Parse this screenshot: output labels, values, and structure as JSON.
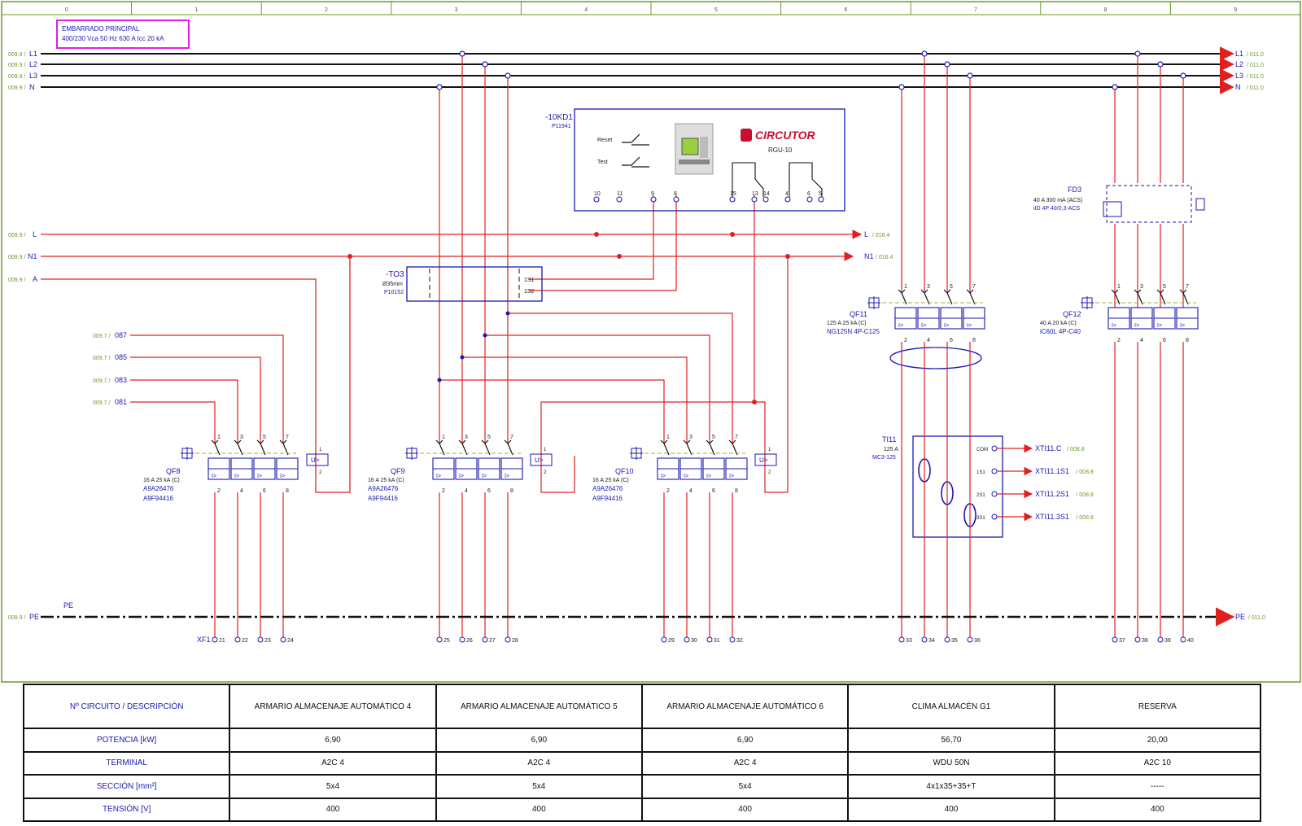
{
  "columns": [
    "0",
    "1",
    "2",
    "3",
    "4",
    "5",
    "6",
    "7",
    "8",
    "9"
  ],
  "busbar": {
    "title_line1": "EMBARRADO PRINCIPAL",
    "title_line2": "400/230 Vca 50 Hz 630 A Icc 20 kA",
    "ref_in": "009.9 /",
    "ref_out": "/ 011.0",
    "phases": [
      "L1",
      "L2",
      "L3",
      "N"
    ]
  },
  "control_lines": [
    {
      "ref": "009.9 /",
      "name": "L",
      "ref_out": "/ 016.4"
    },
    {
      "ref": "009.9 /",
      "name": "N1",
      "ref_out": "/ 016.4"
    },
    {
      "ref": "009.9 /",
      "name": "A",
      "ref_out": ""
    }
  ],
  "signal_inputs": [
    {
      "ref": "009.7 /",
      "name": "087"
    },
    {
      "ref": "009.7 /",
      "name": "085"
    },
    {
      "ref": "009.7 /",
      "name": "083"
    },
    {
      "ref": "009.7 /",
      "name": "081"
    }
  ],
  "relay": {
    "tag": "-10KD1",
    "code": "P11941",
    "reset": "Reset",
    "test": "Test",
    "brand": "CIRCUTOR",
    "model": "RGU-10",
    "terminals": [
      "10",
      "11",
      "9",
      "8",
      "15",
      "13",
      "14",
      "4",
      "6",
      "5"
    ]
  },
  "toroid": {
    "tag": "-TO3",
    "size": "Ø35mm",
    "code": "P10152",
    "s1": "1S1",
    "s2": "1S2"
  },
  "breakers": [
    {
      "tag": "QF8",
      "rating": "16 A 25 kA (C)",
      "ref1": "A9A26476",
      "ref2": "A9F94416"
    },
    {
      "tag": "QF9",
      "rating": "16 A 25 kA (C)",
      "ref1": "A9A26476",
      "ref2": "A9F94416"
    },
    {
      "tag": "QF10",
      "rating": "16 A 25 kA (C)",
      "ref1": "A9A26476",
      "ref2": "A9F94416"
    },
    {
      "tag": "QF11",
      "rating": "125 A 25 kA (C)",
      "ref1": "NG125N 4P-C125",
      "ref2": ""
    },
    {
      "tag": "QF12",
      "rating": "40 A 20 kA (C)",
      "ref1": "iC60L 4P-C40",
      "ref2": ""
    }
  ],
  "rcd": {
    "tag": "FD3",
    "rating": "40 A 300 mA (ACS)",
    "model": "iID 4P 40/0,3-ACS"
  },
  "ct": {
    "tag": "TI11",
    "rating": "125 A",
    "model": "MC3-125",
    "outputs": [
      {
        "pin": "COM",
        "name": "XTI11.C",
        "ref": "/ 008.8"
      },
      {
        "pin": "1S1",
        "name": "XTI11.1S1",
        "ref": "/ 008.8"
      },
      {
        "pin": "2S1",
        "name": "XTI11.2S1",
        "ref": "/ 008.8"
      },
      {
        "pin": "3S1",
        "name": "XTI11.3S1",
        "ref": "/ 008.8"
      }
    ]
  },
  "undervoltage": "U>",
  "pe": {
    "label": "PE",
    "ref": "009.9 /",
    "ref_out": "/ 011.0"
  },
  "terminal_strip": {
    "tag": "XF1",
    "numbers": [
      "21",
      "22",
      "23",
      "24",
      "25",
      "26",
      "27",
      "28",
      "29",
      "30",
      "31",
      "32",
      "33",
      "34",
      "35",
      "36",
      "37",
      "38",
      "39",
      "40"
    ]
  },
  "table": {
    "header": [
      "Nº CIRCUITO / DESCRIPCIÓN",
      "ARMARIO ALMACENAJE AUTOMÁTICO 4",
      "ARMARIO ALMACENAJE AUTOMÁTICO 5",
      "ARMARIO ALMACENAJE AUTOMÁTICO 6",
      "CLIMA ALMACÉN G1",
      "RESERVA"
    ],
    "rows": [
      [
        "POTENCIA [kW]",
        "6,90",
        "6,90",
        "6,90",
        "56,70",
        "20,00"
      ],
      [
        "TERMINAL",
        "A2C 4",
        "A2C 4",
        "A2C 4",
        "WDU 50N",
        "A2C 10"
      ],
      [
        "SECCIÓN  [mm²]",
        "5x4",
        "5x4",
        "5x4",
        "4x1x35+35+T",
        "-----"
      ],
      [
        "TENSIÓN [V]",
        "400",
        "400",
        "400",
        "400",
        "400"
      ]
    ]
  },
  "colors": {
    "power": "#111111",
    "control": "#e02020",
    "label": "#1a1ab0",
    "ref": "#6a9a2a",
    "frame": "#6a9a2a",
    "note_box": "#e020e0"
  }
}
